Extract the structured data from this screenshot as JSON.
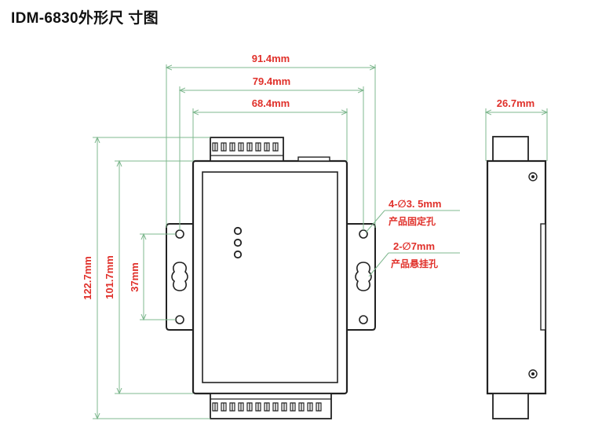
{
  "title": "IDM-6830外形尺 寸图",
  "dimensions": {
    "width_overall": "91.4mm",
    "width_mount": "79.4mm",
    "width_terminal": "68.4mm",
    "depth": "26.7mm",
    "height_overall": "122.7mm",
    "height_body": "101.7mm",
    "mount_spacing": "37mm"
  },
  "callouts": {
    "fix_hole_spec": "4-∅3. 5mm",
    "fix_hole_label": "产品固定孔",
    "hang_hole_spec": "2-∅7mm",
    "hang_hole_label": "产品悬挂孔"
  },
  "colors": {
    "dimension_line": "#7fb88f",
    "dimension_text": "#e0312b",
    "outline": "#222222"
  }
}
